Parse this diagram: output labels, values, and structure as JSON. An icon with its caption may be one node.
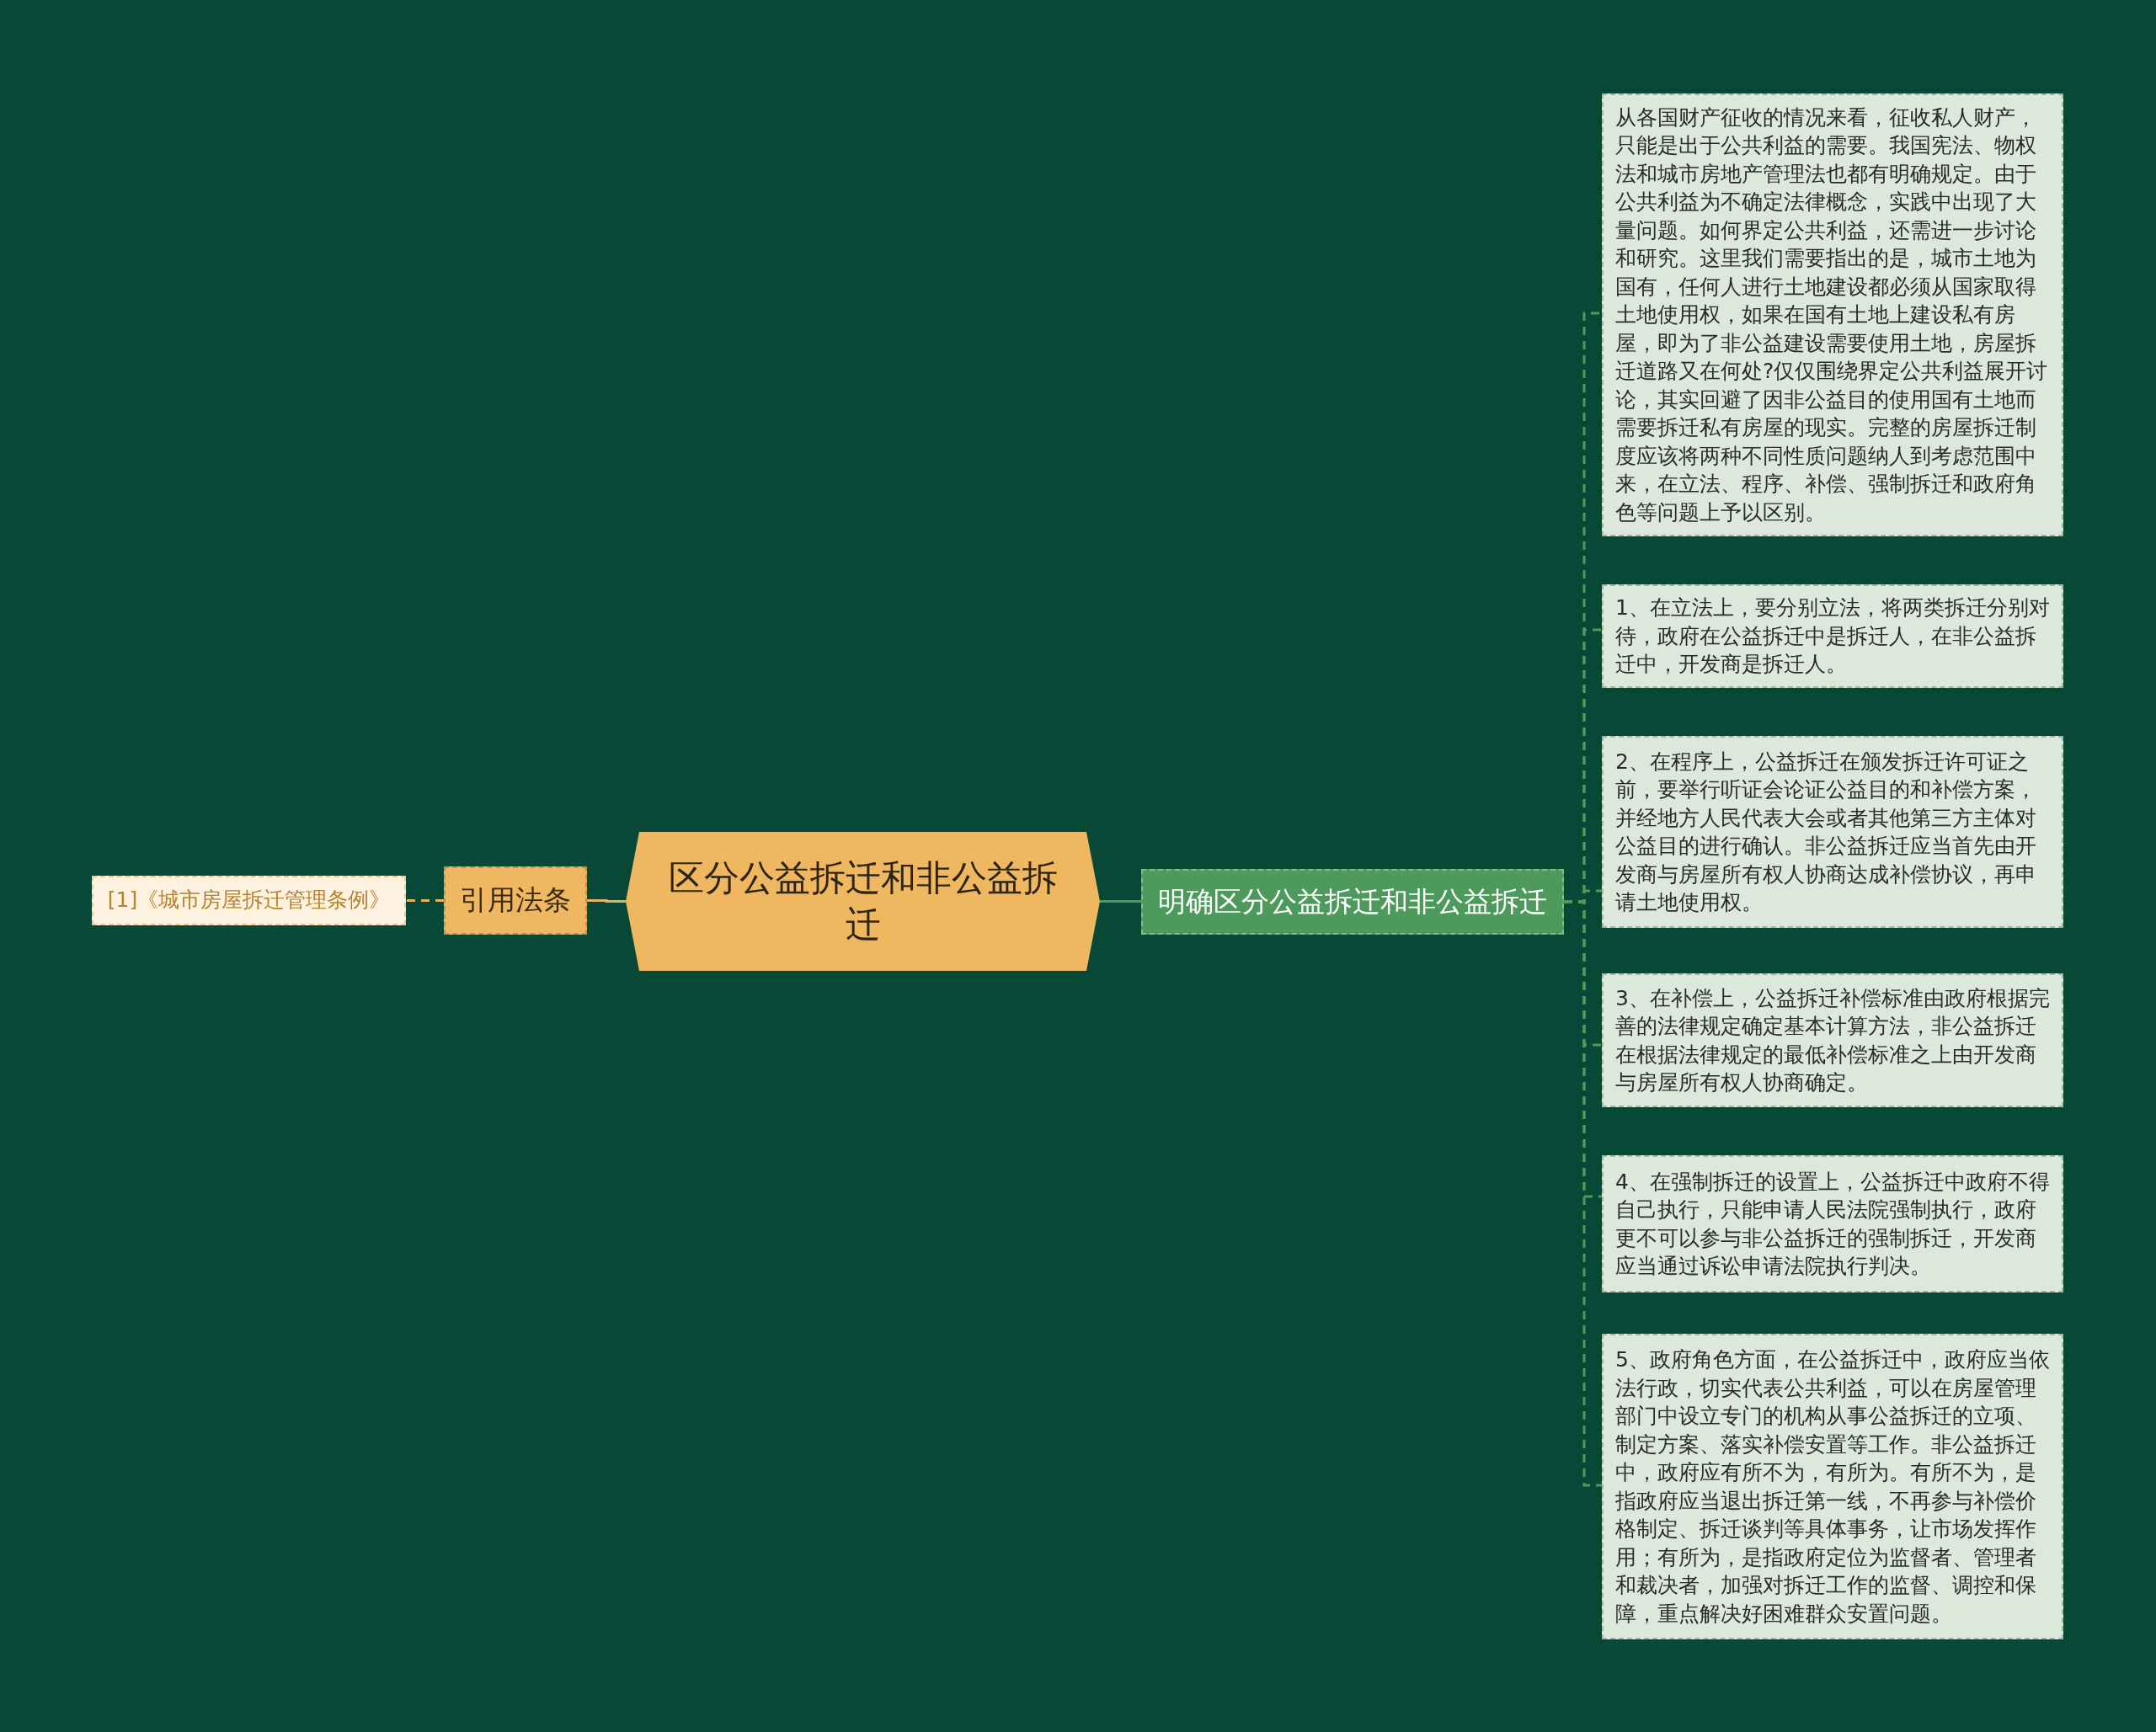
{
  "diagram": {
    "nodes": [
      {
        "text": [
          "[1]《城市房屋拆迁管理条例》"
        ]
      },
      {
        "text": [
          "引用法条"
        ]
      },
      {
        "text": [
          "区分公益拆迁和非公益拆迁"
        ]
      },
      {
        "text": [
          "明确区分公益拆迁和非公益拆迁"
        ]
      },
      {
        "text": [
          "从各国财产征收的情况来看，征收私人财产，只能是出于公共利益的需要。我国宪法、物权法和城市房地产管理法也都有明确规定。由于公共利益为不确定法律概念，实践中出现了大量问题。如何界定公共利益，还需进一步讨论和研究。这里我们需要指出的是，城市土地为国有，任何人进行土地建设都必须从国家取得土地使用权，如果在国有土地上建设私有房屋，即为了非公益建设需要使用土地，房屋拆迁道路又在何处?仅仅围绕界定公共利益展开讨论，其实回避了因非公益目的使用国有土地而需要拆迁私有房屋的现实。完整的房屋拆迁制度应该将两种不同性质问题纳人到考虑范围中来，在立法、程序、补偿、强制拆迁和政府角色等问题上予以区别。"
        ]
      },
      {
        "text": [
          "1、在立法上，要分别立法，将两类拆迁分别对待，政府在公益拆迁中是拆迁人，在非公益拆迁中，开发商是拆迁人。"
        ]
      },
      {
        "text": [
          "2、在程序上，公益拆迁在颁发拆迁许可证之前，要举行听证会论证公益目的和补偿方案，并经地方人民代表大会或者其他第三方主体对公益目的进行确认。非公益拆迁应当首先由开发商与房屋所有权人协商达成补偿协议，再申请土地使用权。"
        ]
      },
      {
        "text": [
          "3、在补偿上，公益拆迁补偿标准由政府根据完善的法律规定确定基本计算方法，非公益拆迁在根据法律规定的最低补偿标准之上由开发商与房屋所有权人协商确定。"
        ]
      },
      {
        "text": [
          "4、在强制拆迁的设置上，公益拆迁中政府不得自己执行，只能申请人民法院强制执行，政府更不可以参与非公益拆迁的强制拆迁，开发商应当通过诉讼申请法院执行判决。"
        ]
      },
      {
        "text": [
          "5、政府角色方面，在公益拆迁中，政府应当依法行政，切实代表公共利益，可以在房屋管理部门中设立专门的机构从事公益拆迁的立项、制定方案、落实补偿安置等工作。非公益拆迁中，政府应有所不为，有所为。有所不为，是指政府应当退出拆迁第一线，不再参与补偿价格制定、拆迁谈判等具体事务，让市场发挥作用；有所为，是指政府定位为监督者、管理者和裁决者，加强对拆迁工作的监督、调控和保障，重点解决好困难群众安置问题。"
        ]
      }
    ],
    "edges": [
      {
        "from": 1,
        "to": 0,
        "arrow": "none",
        "style": "dashed",
        "color": "#e8b25a"
      },
      {
        "from": 2,
        "to": 1,
        "arrow": "none",
        "color": "#e8b25a"
      },
      {
        "from": 2,
        "to": 3,
        "arrow": "none"
      },
      {
        "from": 3,
        "to": 4,
        "arrow": "none",
        "style": "dashed"
      },
      {
        "from": 3,
        "to": 5,
        "arrow": "none",
        "style": "dashed"
      },
      {
        "from": 3,
        "to": 6,
        "arrow": "none",
        "style": "dashed"
      },
      {
        "from": 3,
        "to": 7,
        "arrow": "none",
        "style": "dashed"
      },
      {
        "from": 3,
        "to": 8,
        "arrow": "none",
        "style": "dashed"
      },
      {
        "from": 3,
        "to": 9,
        "arrow": "none",
        "style": "dashed"
      }
    ]
  }
}
